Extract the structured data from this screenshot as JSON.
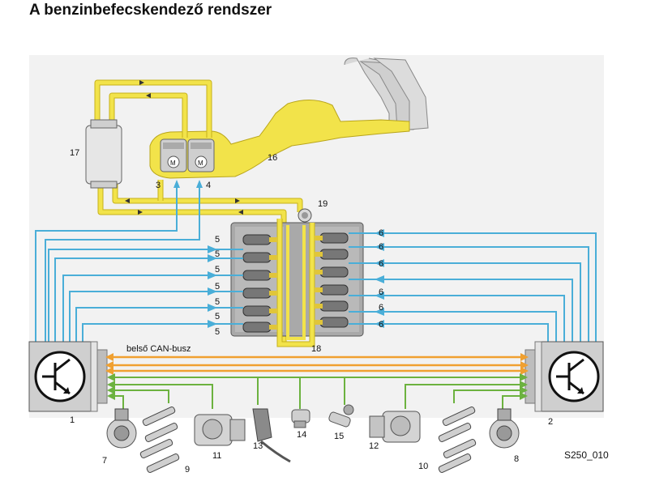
{
  "title": "A benzinbefecskendező rendszer",
  "colors": {
    "fuel": "#f2e34a",
    "fuel_edge": "#c7b21a",
    "signal_blue": "#4aaed8",
    "signal_green": "#6cb23f",
    "can_orange": "#f0a030",
    "part_gray": "#d4d4d4",
    "panel_bg": "#efefef"
  },
  "labels": {
    "ecu1": "1",
    "ecu2": "2",
    "pump3": "3",
    "pump4": "4",
    "inj_left": "5",
    "inj_right": "6",
    "sensor7": "7",
    "sensor8": "8",
    "coils9": "9",
    "coils10": "10",
    "throttle11": "11",
    "throttle12": "12",
    "pedal13": "13",
    "sensor14": "14",
    "sensor15": "15",
    "tank16": "16",
    "filter17": "17",
    "rail18": "18",
    "regulator19": "19"
  },
  "can_label": "belső CAN-busz",
  "reference": "S250_010",
  "icons": {
    "ecu": "transistor-symbol-icon",
    "injector": "injector-icon",
    "coil": "ignition-coil-icon"
  }
}
